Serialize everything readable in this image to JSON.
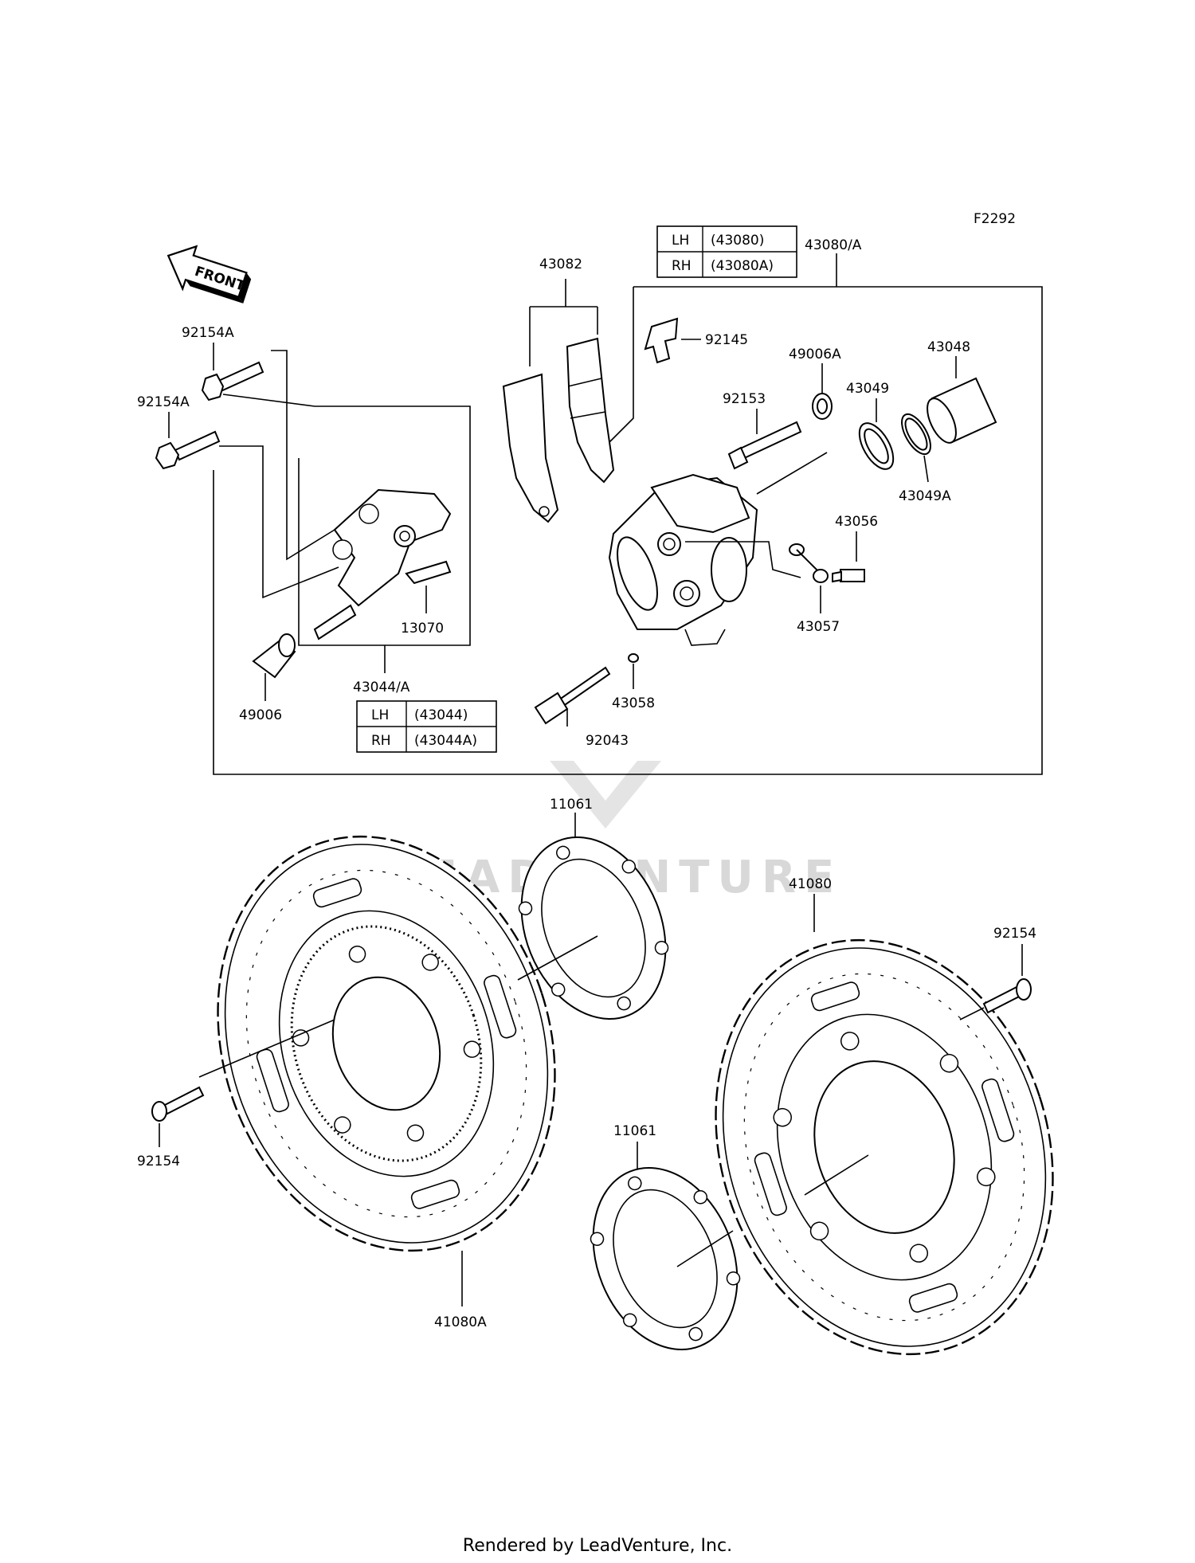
{
  "figure_code": "F2292",
  "front_label": "FRONT",
  "callouts": {
    "p43082": "43082",
    "p43080A": "43080/A",
    "p92145": "92145",
    "p49006A": "49006A",
    "p43048": "43048",
    "p92153": "92153",
    "p43049": "43049",
    "p43049A": "43049A",
    "p92154A_top": "92154A",
    "p92154A_bottom": "92154A",
    "p43056": "43056",
    "p43057": "43057",
    "p13070": "13070",
    "p43044A": "43044/A",
    "p49006": "49006",
    "p43058": "43058",
    "p92043": "92043",
    "p11061_top": "11061",
    "p41080": "41080",
    "p92154_right": "92154",
    "p92154_left": "92154",
    "p11061_bottom": "11061",
    "p41080A": "41080A"
  },
  "caliper_table": {
    "rows": [
      {
        "side": "LH",
        "part": "(43080)"
      },
      {
        "side": "RH",
        "part": "(43080A)"
      }
    ]
  },
  "bracket_table": {
    "rows": [
      {
        "side": "LH",
        "part": "(43044)"
      },
      {
        "side": "RH",
        "part": "(43044A)"
      }
    ]
  },
  "watermark": "LEADVENTURE",
  "footer": "Rendered by LeadVenture, Inc."
}
